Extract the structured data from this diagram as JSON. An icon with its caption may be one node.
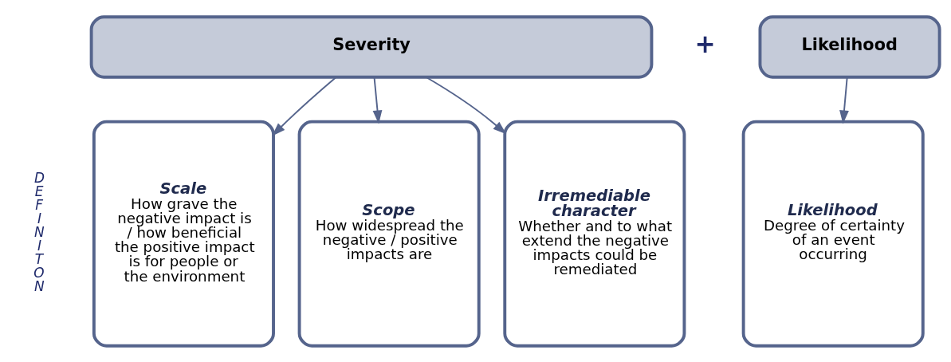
{
  "diagram": {
    "nodes": [
      {
        "text": [
          "Severity"
        ]
      },
      {
        "text": [
          "Likelihood"
        ]
      },
      {
        "text": [
          "Scale",
          "How grave the negative impact is / how beneficial the positive impact is for people or the environment"
        ]
      },
      {
        "text": [
          "Scope",
          "How widespread the negative / positive impacts are"
        ]
      },
      {
        "text": [
          "Irremediable character",
          "Whether and to what extend the negative impacts could be remediated"
        ]
      },
      {
        "text": [
          "Likelihood",
          "Degree of certainty of an event occurring"
        ]
      }
    ],
    "edges": [
      {
        "from": 0,
        "to": 2,
        "arrow": "to"
      },
      {
        "from": 0,
        "to": 3,
        "arrow": "to"
      },
      {
        "from": 0,
        "to": 4,
        "arrow": "to"
      },
      {
        "from": 1,
        "to": 5,
        "arrow": "to"
      }
    ],
    "labels": [
      "DEFINITON",
      "+"
    ]
  }
}
